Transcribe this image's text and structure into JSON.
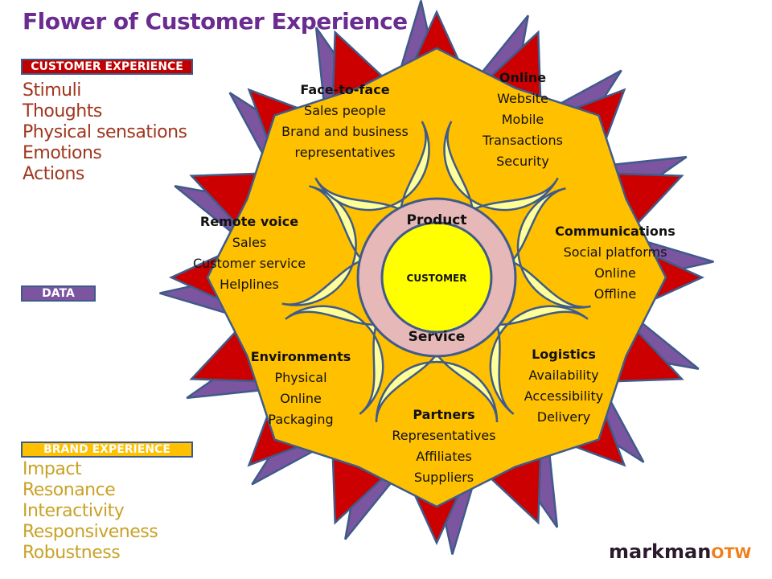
{
  "title": "Flower of Customer Experience",
  "customer_experience": {
    "label": "CUSTOMER  EXPERIENCE",
    "items": [
      "Stimuli",
      "Thoughts",
      "Physical sensations",
      "Emotions",
      "Actions"
    ]
  },
  "data_tag": {
    "label": "DATA"
  },
  "brand_experience": {
    "label": "BRAND  EXPERIENCE",
    "items": [
      "Impact",
      "Resonance",
      "Interactivity",
      "Responsiveness",
      "Robustness"
    ]
  },
  "center": {
    "core": "CUSTOMER",
    "ring_top": "Product",
    "ring_bottom": "Service"
  },
  "petals": [
    {
      "title": "Online",
      "items": [
        "Website",
        "Mobile",
        "Transactions",
        "Security"
      ]
    },
    {
      "title": "Communications",
      "items": [
        "Social platforms",
        "Online",
        "Offline"
      ]
    },
    {
      "title": "Logistics",
      "items": [
        "Availability",
        "Accessibility",
        "Delivery"
      ]
    },
    {
      "title": "Partners",
      "items": [
        "Representatives",
        "Affiliates",
        "Suppliers"
      ]
    },
    {
      "title": "Environments",
      "items": [
        "Physical",
        "Online",
        "Packaging"
      ]
    },
    {
      "title": "Remote voice",
      "items": [
        "Sales",
        "Customer service",
        "Helplines"
      ]
    },
    {
      "title": "Face-to-face",
      "items": [
        "Sales people",
        "Brand and business",
        "representatives"
      ]
    }
  ],
  "colors": {
    "title": "#6a2c91",
    "red_spike": "#cc0000",
    "purple_spike": "#7b55a0",
    "orange_body": "#ffc000",
    "petal": "#ffff99",
    "ring": "#e6b8b7",
    "core": "#ffff00",
    "outline": "#3f5b8a"
  },
  "logo": {
    "main": "markman",
    "suffix": "OTW"
  }
}
